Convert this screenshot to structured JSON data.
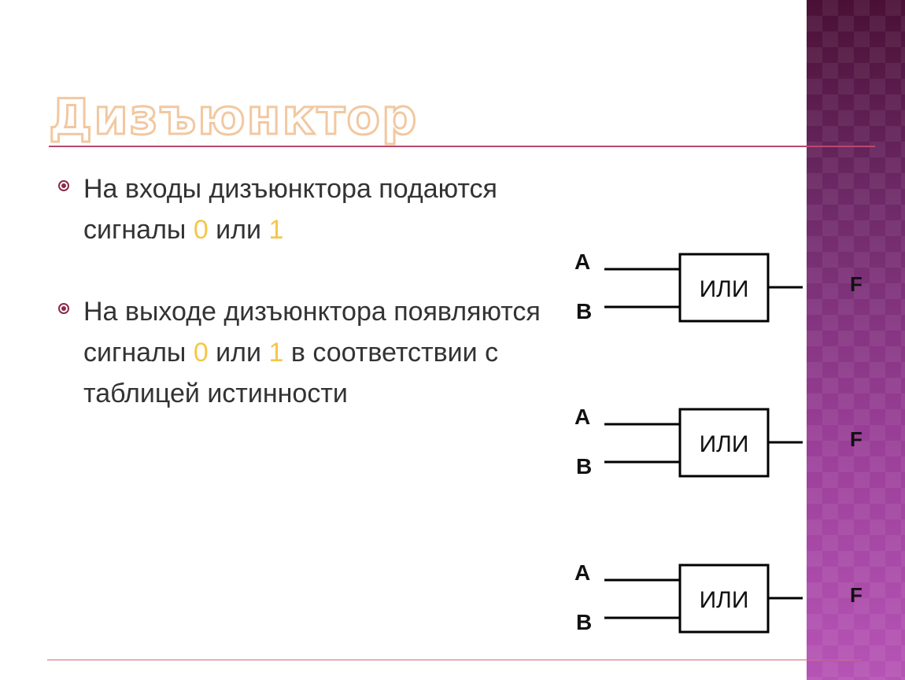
{
  "title": "Дизъюнктор",
  "bullets": [
    {
      "parts": [
        "На входы дизъюнктора подаются сигналы ",
        "0",
        " или ",
        "1",
        ""
      ]
    },
    {
      "parts": [
        "На выходе дизъюнктора появляются сигналы ",
        "0",
        " или ",
        "1",
        " в соответствии с таблицей истинности"
      ]
    }
  ],
  "gates": [
    {
      "input_a": "A",
      "input_b": "B",
      "gate_label": "ИЛИ",
      "output": "F"
    },
    {
      "input_a": "A",
      "input_b": "B",
      "gate_label": "ИЛИ",
      "output": "F"
    },
    {
      "input_a": "A",
      "input_b": "B",
      "gate_label": "ИЛИ",
      "output": "F"
    }
  ],
  "colors": {
    "highlight": "#f6c64a",
    "text": "#333333",
    "rule": "#b8486e",
    "side_band": "#8a3a88"
  }
}
